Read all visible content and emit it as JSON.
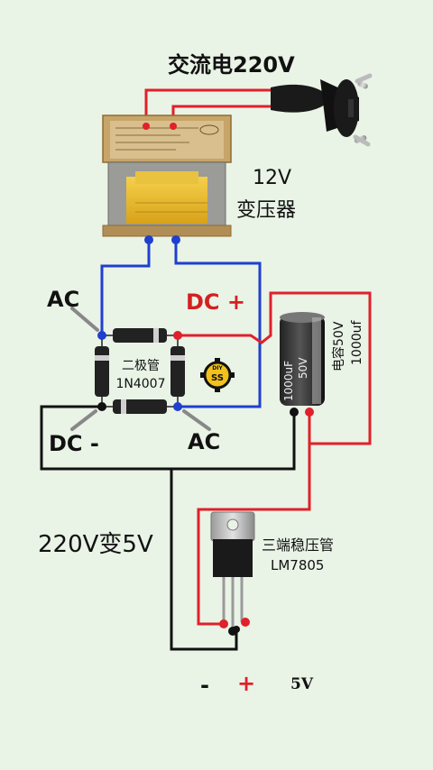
{
  "labels": {
    "ac_input": "交流电220V",
    "transformer_line1": "12V",
    "transformer_line2": "变压器",
    "ac_left": "AC",
    "dc_plus": "DC +",
    "dc_minus": "DC -",
    "ac_right": "AC",
    "diode_line1": "二极管",
    "diode_line2": "1N4007",
    "conversion": "220V变5V",
    "regulator_line1": "三端稳压管",
    "regulator_line2": "LM7805",
    "capacitor_line1": "电容50V",
    "capacitor_line2": "1000uf",
    "out_minus": "-",
    "out_plus": "+",
    "out_voltage": "5V"
  },
  "capacitor_print": {
    "voltage": "50V",
    "capacitance": "1000uF"
  },
  "logo": {
    "top": "DIY",
    "main": "SS"
  },
  "colors": {
    "background": "#e9f3e6",
    "red_wire": "#e0202a",
    "blue_wire": "#1f3fd0",
    "black_wire": "#111111",
    "dc_plus_text": "#d42020"
  }
}
